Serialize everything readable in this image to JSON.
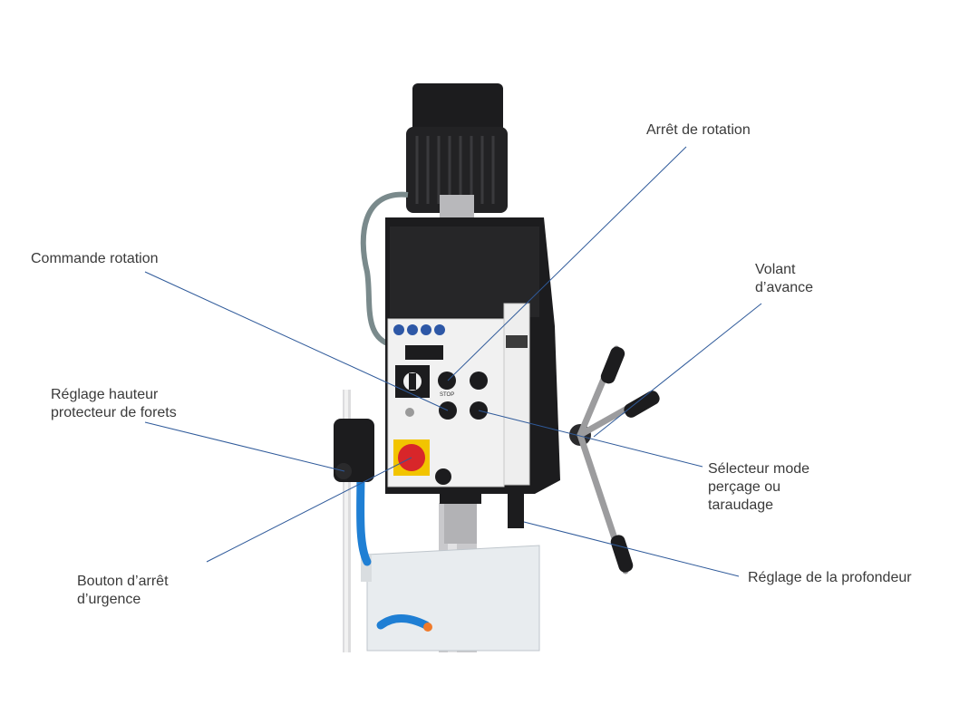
{
  "colors": {
    "leader_line": "#2f5a9a",
    "label_text": "#3a3a3a",
    "machine_dark": "#1c1c1e",
    "panel": "#f1f1f1",
    "column_metal": "#c9c9cc",
    "stop_red": "#d8262a",
    "stop_yellow": "#f2c400",
    "guard": "#e8ecef",
    "coolant_blue": "#1f7fd4",
    "coolant_orange": "#f07a2a"
  },
  "labels": {
    "arret_rotation": [
      "Arrêt de rotation"
    ],
    "commande_rotation": [
      "Commande rotation"
    ],
    "volant_avance": [
      "Volant",
      "d’avance"
    ],
    "reglage_hauteur": [
      "Réglage hauteur",
      "protecteur de forets"
    ],
    "selecteur_mode": [
      "Sélecteur mode",
      "perçage ou",
      "taraudage"
    ],
    "bouton_arret": [
      "Bouton d’arrêt",
      "d’urgence"
    ],
    "reglage_profondeur": [
      "Réglage de la profondeur"
    ]
  },
  "panel": {
    "stop_text": "STOP"
  }
}
